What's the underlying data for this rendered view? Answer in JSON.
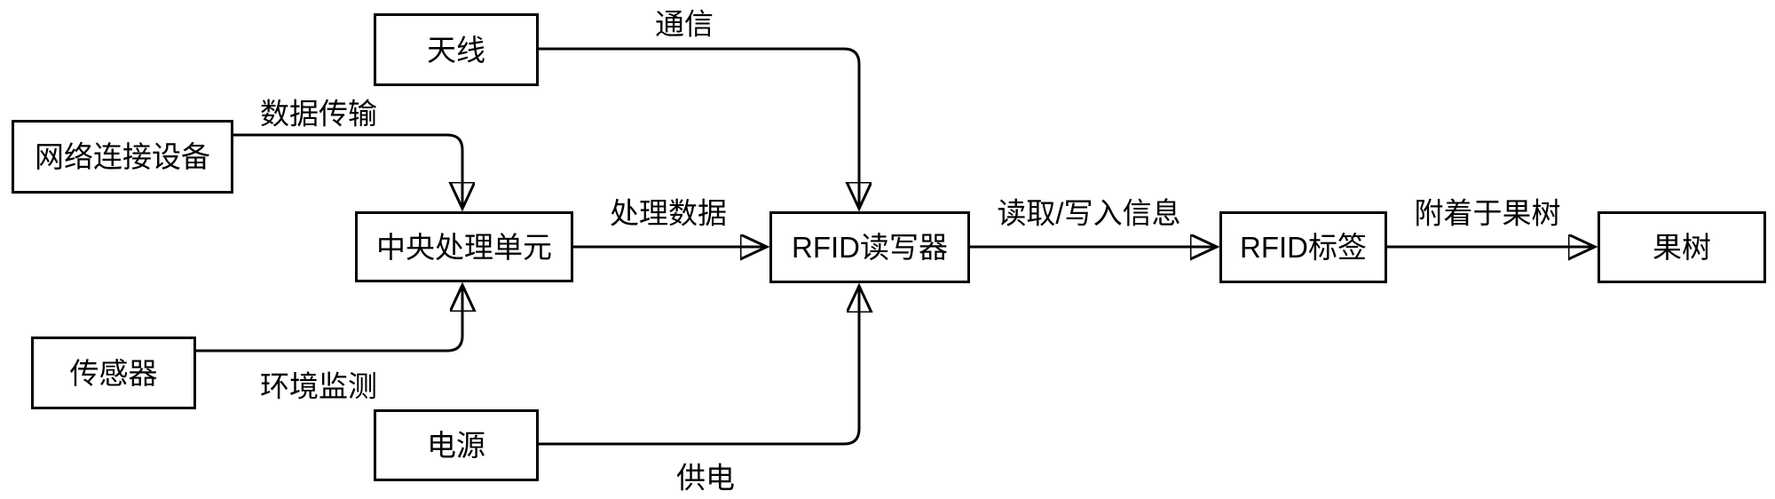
{
  "diagram_type": "flowchart",
  "colors": {
    "background": "#ffffff",
    "box_fill": "#ffffff",
    "box_border": "#000000",
    "line": "#000000",
    "text": "#000000"
  },
  "nodes": {
    "antenna": "天线",
    "network_device": "网络连接设备",
    "cpu": "中央处理单元",
    "sensor": "传感器",
    "power": "电源",
    "rfid_reader": "RFID读写器",
    "rfid_tag": "RFID标签",
    "fruit_tree": "果树"
  },
  "edges": [
    {
      "from": "天线",
      "to": "RFID读写器",
      "label": "通信"
    },
    {
      "from": "网络连接设备",
      "to": "中央处理单元",
      "label": "数据传输"
    },
    {
      "from": "中央处理单元",
      "to": "RFID读写器",
      "label": "处理数据"
    },
    {
      "from": "传感器",
      "to": "中央处理单元",
      "label": "环境监测"
    },
    {
      "from": "电源",
      "to": "RFID读写器",
      "label": "供电"
    },
    {
      "from": "RFID读写器",
      "to": "RFID标签",
      "label": "读取/写入信息"
    },
    {
      "from": "RFID标签",
      "to": "果树",
      "label": "附着于果树"
    }
  ]
}
